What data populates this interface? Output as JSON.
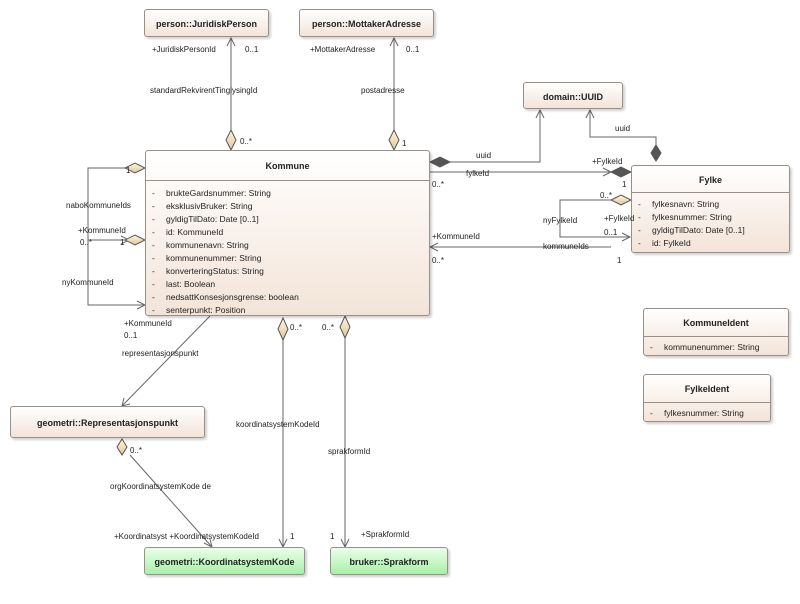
{
  "classes": {
    "juridisk": {
      "name": "person::JuridiskPerson"
    },
    "mottaker": {
      "name": "person::MottakerAdresse"
    },
    "uuid": {
      "name": "domain::UUID"
    },
    "kommune": {
      "name": "Kommune",
      "attributes": [
        "brukteGardsnummer: String",
        "eksklusivBruker: String",
        "gyldigTilDato: Date [0..1]",
        "id: KommuneId",
        "kommunenavn: String",
        "kommunenummer: String",
        "konverteringStatus: String",
        "last: Boolean",
        "nedsattKonsesjonsgrense: boolean",
        "senterpunkt: Position"
      ]
    },
    "fylke": {
      "name": "Fylke",
      "attributes": [
        "fylkesnavn: String",
        "fylkesnummer: String",
        "gyldigTilDato: Date [0..1]",
        "id: FylkeId"
      ]
    },
    "kommuneident": {
      "name": "KommuneIdent",
      "attributes": [
        "kommunenummer: String"
      ]
    },
    "fylkeident": {
      "name": "FylkeIdent",
      "attributes": [
        "fylkesnummer: String"
      ]
    },
    "representasjon": {
      "name": "geometri::Representasjonspunkt"
    },
    "koordinat": {
      "name": "geometri::KoordinatsystemKode"
    },
    "sprakform": {
      "name": "bruker::Sprakform"
    }
  },
  "attr_visibility": "-",
  "labels": {
    "juridisk_role": "+JuridiskPersonId",
    "juridisk_mult": "0..1",
    "standard": "standardRekvirentTinglysingId",
    "kommune_mult_a": "0..*",
    "mottaker_role": "+MottakerAdresse",
    "mottaker_mult": "0..1",
    "postadresse": "postadresse",
    "post_one": "1",
    "uuid_left": "uuid",
    "uuid_right": "uuid",
    "fylkeid_role": "+FylkeId",
    "fylkeid_label": "fylkeId",
    "fylkeid_mult": "0..*",
    "fylkeid_one": "1",
    "naboone": "1",
    "nabo": "naboKommuneIds",
    "kommuneid_role": "+KommuneId",
    "nyk_mult": "0..*",
    "nyk_one": "1",
    "nykommune": "nyKommuneId",
    "kommuneid_role2": "+KommuneId",
    "kommuneids": "kommuneIds",
    "kommuneids_mult": "0..*",
    "kommuneids_one": "1",
    "nyfylke_mult": "0..*",
    "nyfylke": "nyFylkeId",
    "nyfylke_role": "+FylkeId",
    "nyfylke_mult2": "0..1",
    "rep_role": "+KommuneId",
    "rep_mult": "0..1",
    "rep": "representasjonspunkt",
    "koord_mult": "0..*",
    "sprak_mult": "0..*",
    "koordid": "koordinatsystemKodeId",
    "sprakid": "sprakformId",
    "rep_mult2": "0..*",
    "orgkoord": "orgKoordinatsystemKode de",
    "koord_roles": "+Koordinatsyst +KoordinatsystemKodeId",
    "koord_one": "1",
    "sprak_one": "1",
    "sprak_role": "+SprakformId"
  }
}
